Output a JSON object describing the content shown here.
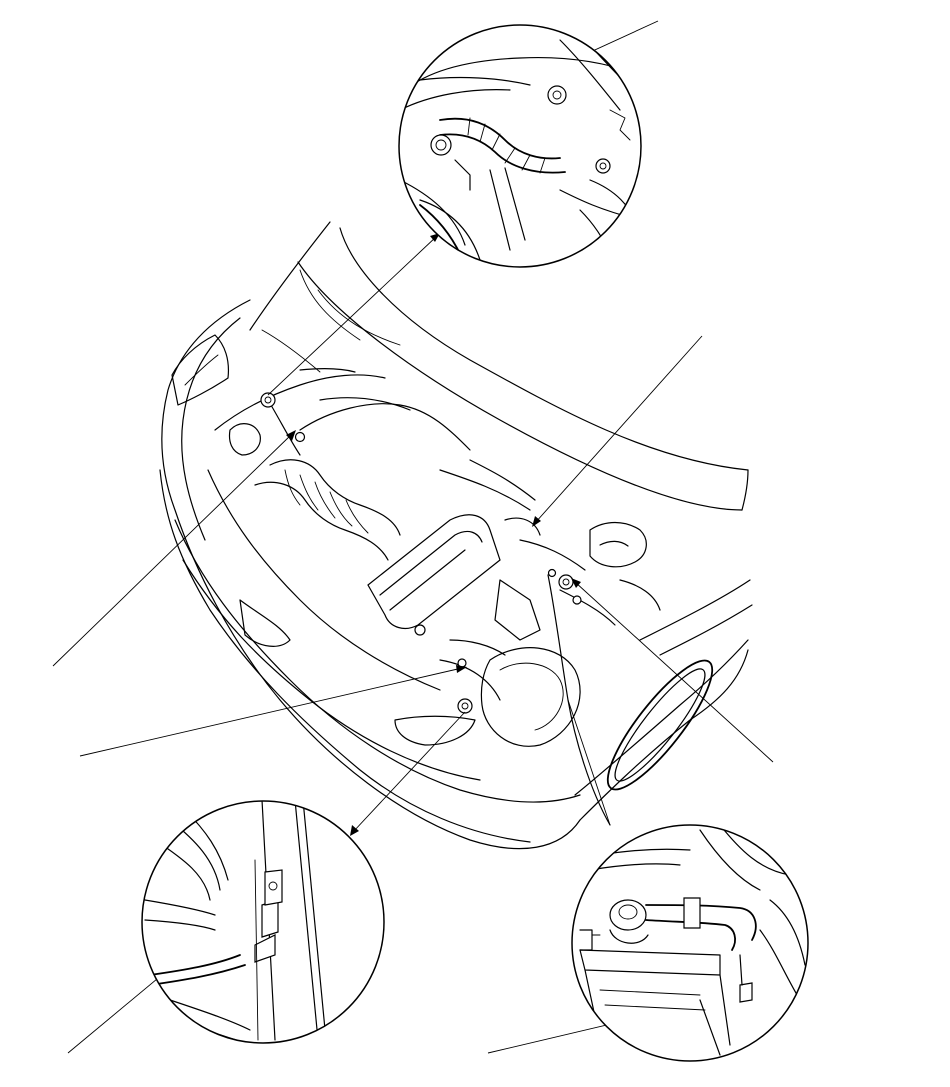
{
  "diagram": {
    "style": "line-art",
    "stroke_color": "#000000",
    "background_color": "#ffffff",
    "detail_views": [
      "top-right-detail",
      "bottom-left-detail",
      "bottom-right-detail"
    ],
    "icons": [
      "ground-bolt-icon",
      "ground-bolt-icon",
      "ground-bolt-icon",
      "ground-bolt-icon",
      "ground-bolt-icon"
    ]
  }
}
